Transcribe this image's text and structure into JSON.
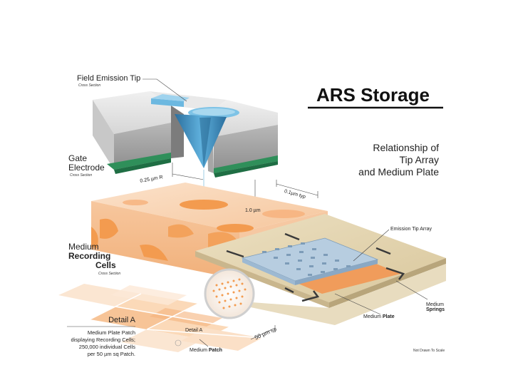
{
  "title": "ARS Storage",
  "subtitle_lines": [
    "Relationship of",
    "Tip Array",
    "and Medium Plate"
  ],
  "labels": {
    "field_emission_tip": "Field Emission Tip",
    "field_emission_tip_sub": "Cross Section",
    "gate_line1": "Gate",
    "gate_line2": "Electrode",
    "gate_sub": "Cross Section",
    "radius": "0.25 µm R",
    "gap_small": "0.1µm typ",
    "gap_large": "1.0 µm",
    "medium_line1": "Medium",
    "medium_line2": "Recording",
    "medium_line3": "Cells",
    "medium_sub": "Cross Section",
    "emission_tip_array": "Emission Tip Array",
    "medium_springs_line1": "Medium",
    "medium_springs_line2": "Springs",
    "medium_plate_prefix": "Medium",
    "medium_plate_bold": "Plate",
    "medium_patch_prefix": "Medium",
    "medium_patch_bold": "Patch",
    "detail_a_small": "Detail A",
    "patch_size": "50 µm",
    "patch_size_typ": "typ",
    "not_to_scale": "Not Drawn To Scale"
  },
  "detail": {
    "heading": "Detail A",
    "lines": [
      "Medium Plate Patch",
      "displaying Recording Cells;",
      "250,000 individual Cells",
      "per 50 µm sq Patch."
    ]
  },
  "colors": {
    "gate_top": "#e4e4e4",
    "gate_side": "#9a9a9a",
    "electrode_green": "#2f8f5a",
    "tip_blue": "#3f93c8",
    "medium_orange": "#f2a15c",
    "medium_light": "#f9d5b4",
    "plate_tan": "#e2d3ae",
    "array_blue": "#b7cde0"
  }
}
